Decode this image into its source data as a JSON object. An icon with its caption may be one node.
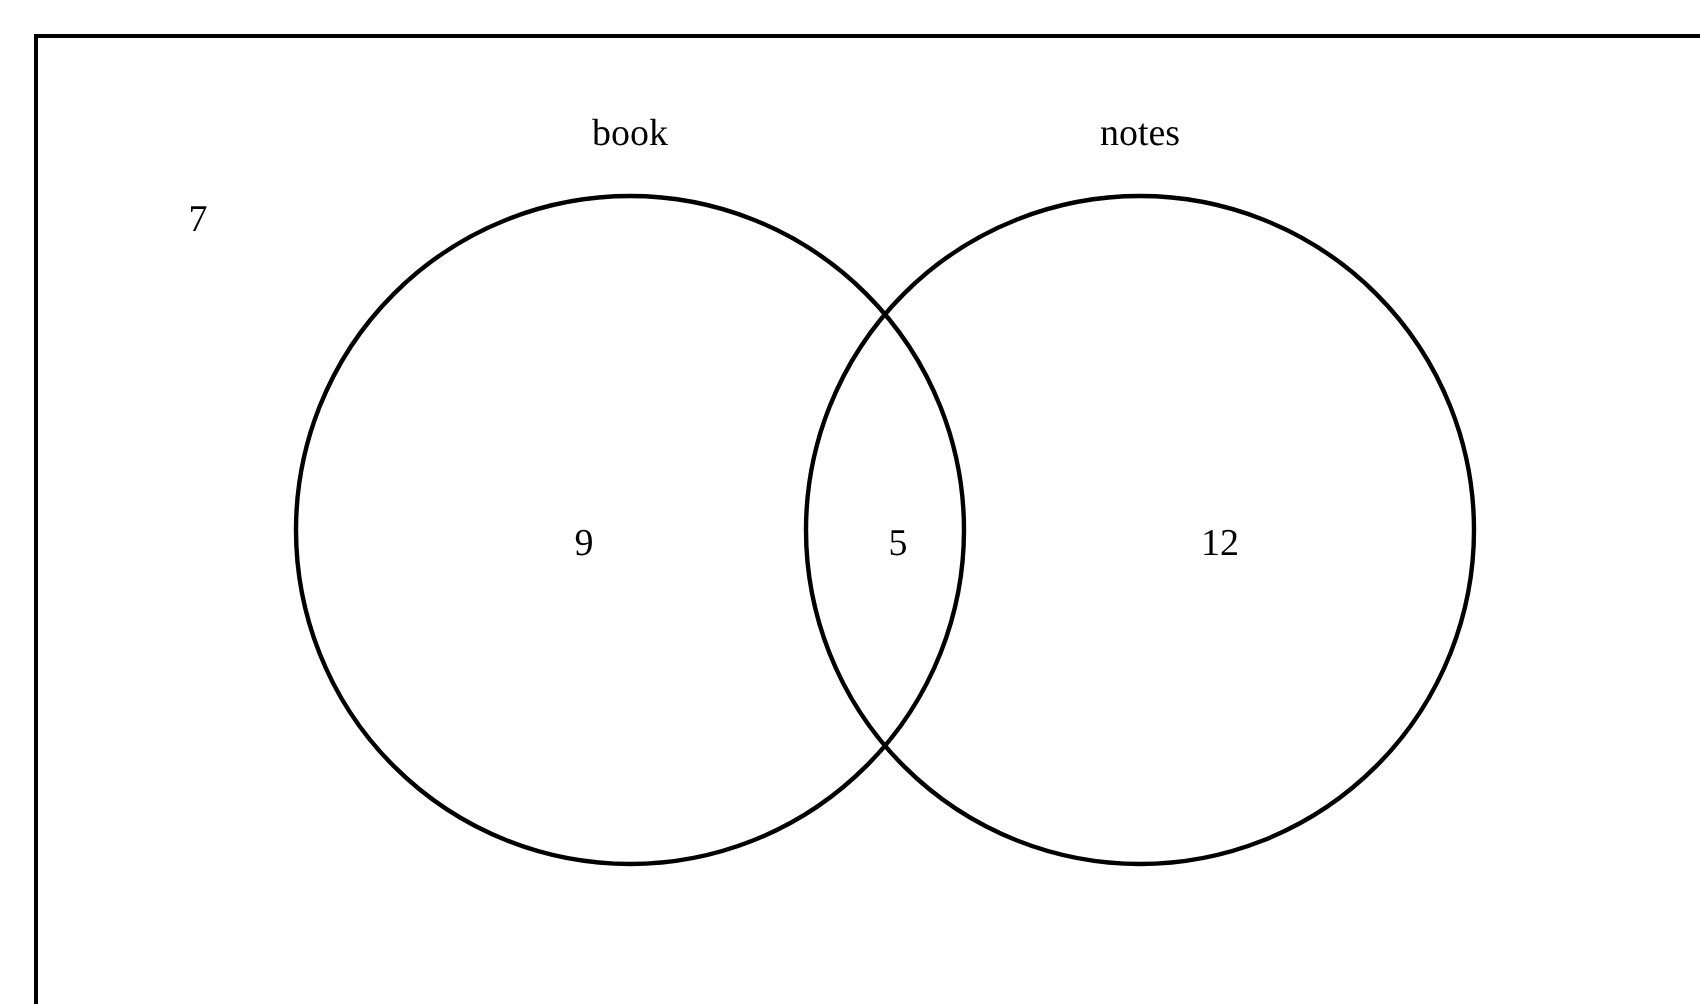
{
  "diagram": {
    "nodes": [
      {
        "text": [
          "7"
        ]
      },
      {
        "text": [
          "book",
          "9"
        ],
        "in": 0
      },
      {
        "text": [
          "notes",
          "12"
        ],
        "in": 0
      }
    ],
    "labels": [
      "5"
    ]
  }
}
